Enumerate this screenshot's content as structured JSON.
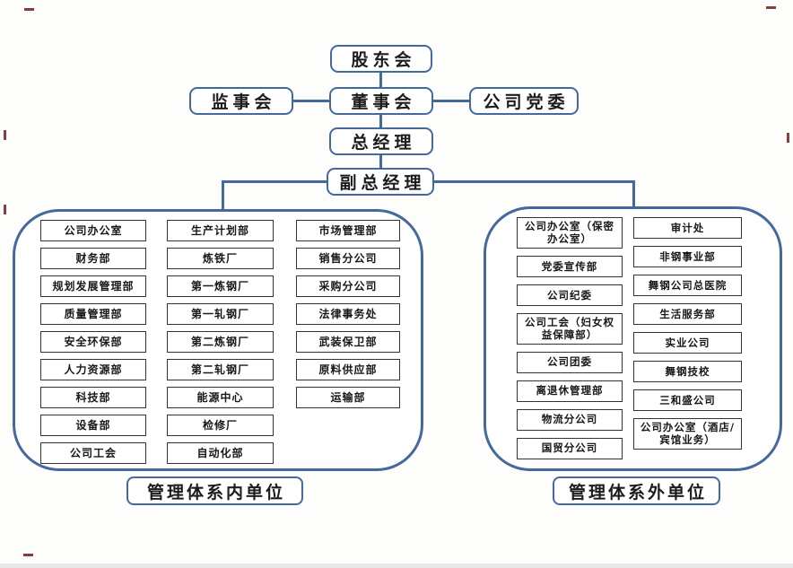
{
  "colors": {
    "accent_blue": "#44699d",
    "unit_box_border": "#333333",
    "text": "#1c1c1c"
  },
  "hierarchy": {
    "shareholders": "股东会",
    "supervisory_board": "监事会",
    "board_of_directors": "董事会",
    "party_committee": "公司党委",
    "general_manager": "总经理",
    "deputy_general_manager": "副总经理"
  },
  "internal_group": {
    "label": "管理体系内单位",
    "col1": [
      "公司办公室",
      "财务部",
      "规划发展管理部",
      "质量管理部",
      "安全环保部",
      "人力资源部",
      "科技部",
      "设备部",
      "公司工会"
    ],
    "col2": [
      "生产计划部",
      "炼铁厂",
      "第一炼钢厂",
      "第一轧钢厂",
      "第二炼钢厂",
      "第二轧钢厂",
      "能源中心",
      "检修厂",
      "自动化部"
    ],
    "col3": [
      "市场管理部",
      "销售分公司",
      "采购分公司",
      "法律事务处",
      "武装保卫部",
      "原料供应部",
      "运输部"
    ]
  },
  "external_group": {
    "label": "管理体系外单位",
    "col1": [
      "公司办公室（保密办公室）",
      "党委宣传部",
      "公司纪委",
      "公司工会（妇女权益保障部）",
      "公司团委",
      "离退休管理部",
      "物流分公司",
      "国贸分公司"
    ],
    "col2": [
      "审计处",
      "非钢事业部",
      "舞钢公司总医院",
      "生活服务部",
      "实业公司",
      "舞钢技校",
      "三和盛公司",
      "公司办公室（酒店/宾馆业务）"
    ]
  }
}
